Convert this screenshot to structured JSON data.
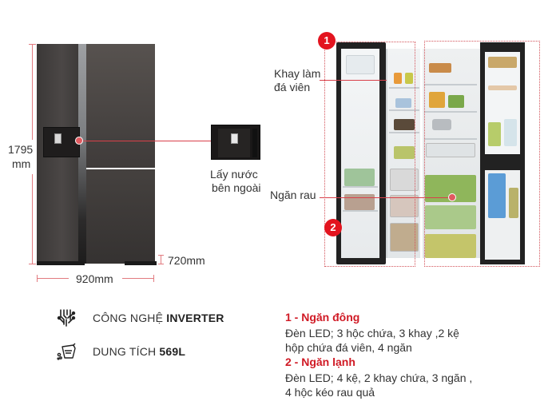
{
  "dimensions": {
    "height_value": "1795",
    "height_unit": "mm",
    "width_label": "920mm",
    "depth_label": "720mm"
  },
  "callouts": {
    "dispenser_label_line1": "Lấy nước",
    "dispenser_label_line2": "bên ngoài",
    "ice_tray_line1": "Khay làm",
    "ice_tray_line2": "đá viên",
    "veg_drawer": "Ngăn rau",
    "badge_1": "1",
    "badge_2": "2"
  },
  "features": [
    {
      "icon": "inverter-chip-icon",
      "prefix": "CÔNG NGHỆ ",
      "value": "INVERTER"
    },
    {
      "icon": "capacity-measuring-jug-icon",
      "prefix": "DUNG TÍCH ",
      "value": "569L"
    }
  ],
  "compartments": [
    {
      "title": "1 - Ngăn đông",
      "line1": "Đèn LED; 3 hộc chứa, 3 khay ,2 kệ",
      "line2": "hộp chứa đá viên, 4 ngăn"
    },
    {
      "title": "2 - Ngăn lạnh",
      "line1": "Đèn LED; 4 kệ, 2 khay chứa, 3 ngăn ,",
      "line2": "4 hộc kéo rau quả"
    }
  ],
  "colors": {
    "accent_red": "#e3141f",
    "title_red": "#d01a25",
    "dimension_line": "#e27b80",
    "fridge_body": "#3f3b3a"
  }
}
